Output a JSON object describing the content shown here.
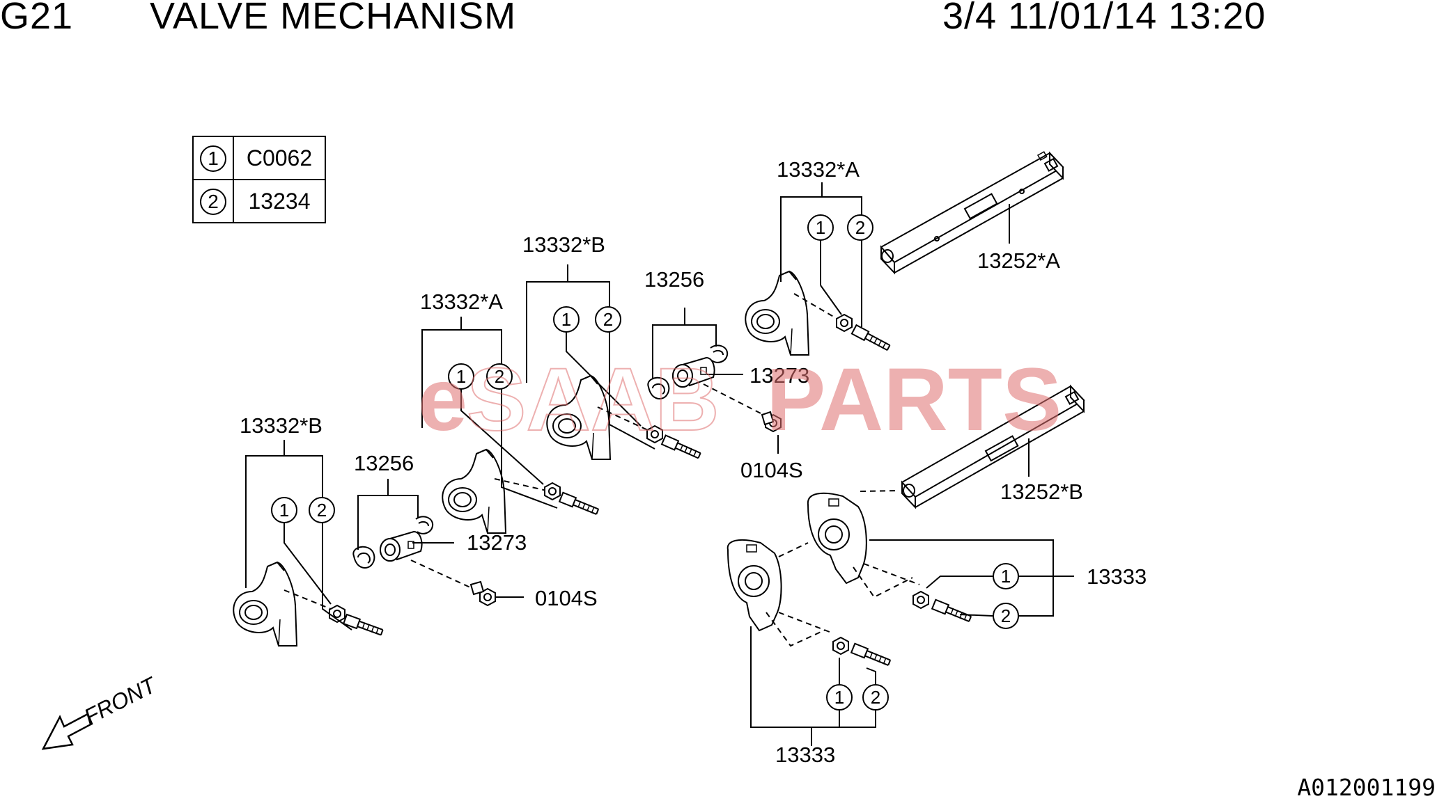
{
  "header": {
    "code": "G21",
    "title": "VALVE MECHANISM",
    "stamp": "3/4 11/01/14 13:20"
  },
  "legend": [
    {
      "key": "1",
      "part": "C0062"
    },
    {
      "key": "2",
      "part": "13234"
    }
  ],
  "callouts": {
    "rocker_arm_a_top": "13332*A",
    "rocker_arm_b_mid": "13332*B",
    "rocker_arm_a_mid": "13332*A",
    "rocker_arm_b_left": "13332*B",
    "spring_upper": "13256",
    "spring_lower": "13256",
    "spacer_upper": "13273",
    "spacer_lower": "13273",
    "bolt_upper": "0104S",
    "bolt_lower": "0104S",
    "shaft_a": "13252*A",
    "shaft_b": "13252*B",
    "rocker_assy_right": "13333",
    "rocker_assy_bottom": "13333",
    "circle_1": "1",
    "circle_2": "2"
  },
  "front_label": "FRONT",
  "watermark": {
    "e": "e",
    "saab": "SAAB",
    "parts": "PARTS",
    "color": "#e07070"
  },
  "reference_id": "A012001199"
}
